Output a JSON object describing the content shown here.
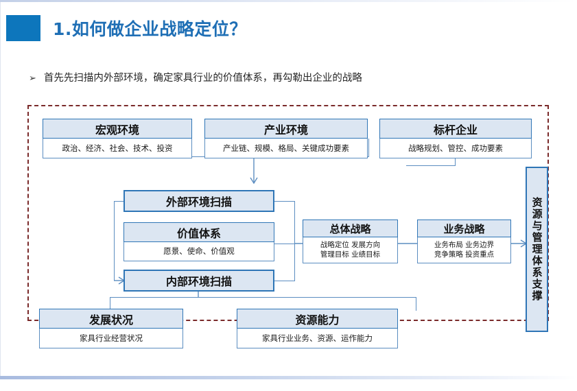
{
  "slide": {
    "title": "1.如何做企业战略定位？",
    "bullet_marker": "➢",
    "bullet": "首先先扫描内外部环境，确定家具行业的价值体系，再勾勒出企业的战略",
    "accent_color": "#0D76BC",
    "title_color": "#1F6FB5",
    "box_header_fill": "#DCE6F2",
    "box_border": "#2E75B6",
    "frame_dash_color": "#7A2A2A"
  },
  "diagram": {
    "top_row": [
      {
        "title": "宏观环境",
        "detail": "政治、经济、社会、技术、投资"
      },
      {
        "title": "产业环境",
        "detail": "产业链、规模、格局、关键成功要素"
      },
      {
        "title": "标杆企业",
        "detail": "战略规划、管控、成功要素"
      }
    ],
    "middle_left": [
      {
        "title": "外部环境扫描",
        "detail": ""
      },
      {
        "title": "价值体系",
        "detail": "愿景、使命、价值观"
      },
      {
        "title": "内部环境扫描",
        "detail": ""
      }
    ],
    "strategy": [
      {
        "title": "总体战略",
        "detail_line1": "战略定位  发展方向",
        "detail_line2": "管理目标  业绩目标"
      },
      {
        "title": "业务战略",
        "detail_line1": "业务布局  业务边界",
        "detail_line2": "竞争策略  投资重点"
      }
    ],
    "support": {
      "title": "资源与管理体系支撑"
    },
    "bottom_row": [
      {
        "title": "发展状况",
        "detail": "家具行业经营状况"
      },
      {
        "title": "资源能力",
        "detail": "家具行业业务、资源、运作能力"
      }
    ]
  }
}
